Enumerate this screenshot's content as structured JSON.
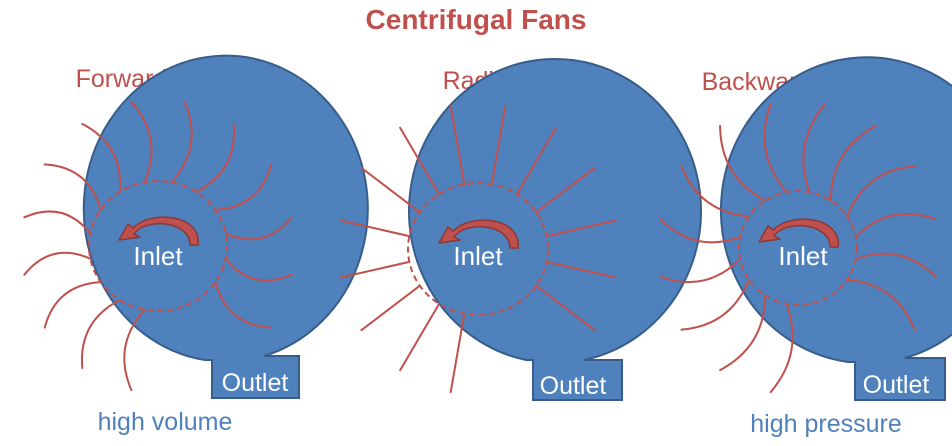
{
  "title": "Centrifugal Fans",
  "colors": {
    "housing": "#4f81bd",
    "housing_stroke": "#385d8a",
    "accent": "#c0504d",
    "caption": "#4f81bd",
    "text_on_housing": "#ffffff"
  },
  "fans": [
    {
      "id": "forward",
      "label": "Forward Curving",
      "blade_style": "forward-curved",
      "blade_count": 16,
      "inlet_label": "Inlet",
      "outlet_label": "Outlet",
      "caption": "high volume",
      "icons": [
        "rotation-arrow-icon"
      ]
    },
    {
      "id": "radial",
      "label": "Radial",
      "blade_style": "straight-radial",
      "blade_count": 16,
      "inlet_label": "Inlet",
      "outlet_label": "Outlet",
      "caption": "",
      "icons": [
        "rotation-arrow-icon"
      ]
    },
    {
      "id": "backward",
      "label": "Backward Curving",
      "blade_style": "backward-curved",
      "blade_count": 16,
      "inlet_label": "Inlet",
      "outlet_label": "Outlet",
      "caption": "high pressure",
      "icons": [
        "rotation-arrow-icon"
      ]
    }
  ]
}
